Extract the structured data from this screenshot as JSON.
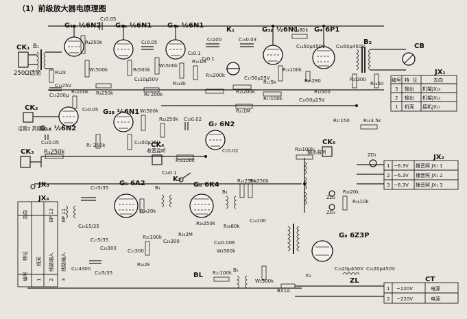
{
  "title": "（1）前级放大器电原理图",
  "tubes": {
    "g1a": "G₁ₐ ½6N2",
    "g1b": "G₁ᵦ ½6N2",
    "g2a": "G₂ₐ ½6N1",
    "g2b": "G₂ᵦ ½6N1",
    "g3a": "G₃ₐ ½6N1",
    "g3b": "G₃ᵦ ½6N1",
    "g4": "G₄ 6P1",
    "g5": "G₅ 6A2",
    "g6": "G₆ 6K4",
    "g7": "G₇ 6N2",
    "g8": "G₈ 6Z3P"
  },
  "connectors": {
    "ck1": "CK₁",
    "ck1_note": "250Ω话筒",
    "ck2": "CK₂",
    "ck2_note": "话筒2 高阻抗",
    "ck3": "CK₃",
    "ck4": "CK₄",
    "ck4_note": "收音监听",
    "ck5": "CK₅",
    "ck5_note": "输出监听",
    "cb": "CB",
    "k1": "K₁",
    "k2": "K₂",
    "k3": "K₃",
    "jx1": "JX₁",
    "jx2": "JX₂",
    "jx3": "JX₃",
    "jx4": "JX₄"
  },
  "components": {
    "b1": "B₁",
    "b2": "B₂",
    "b3": "B₃",
    "b4": "B₄",
    "b5": "B₅",
    "bl": "BL",
    "zl": "ZL",
    "zd1": "ZD₁",
    "zd2": "ZD₂",
    "zd3": "ZD₃",
    "fuse": "BX1A",
    "r_w1": "W₁500k",
    "r_w2": "W₂500k",
    "r_w3": "W₃500k",
    "r_w4": "W₄500k",
    "r_w5": "W₅500k",
    "r1": "R₁1M",
    "r2": "R₂2k",
    "r3": "R₃250k",
    "r4": "R₄250k",
    "r5": "R₅100k",
    "r6": "R₆500k",
    "r7": "R₇ 250k",
    "r8": "R₈ 200k",
    "r9": "R₉250k",
    "r10": "R₁₀1M",
    "r11": "R₁₁200k",
    "r12": "R₁₂200k",
    "r13": "R₁₃3k",
    "r14": "R₁₄80k",
    "r15": "R₁₅5k",
    "r16": "R₁₆100k",
    "r17": "R₁₇100k",
    "r18": "R₁₈100k",
    "r19": "R₁₉500",
    "r20": "R₂₀280",
    "r21": "R₂₁1M",
    "r22": "R₂₂250k",
    "r23": "R₂₃300",
    "r24": "R₂₄50",
    "r25": "R₂₅100k",
    "r26": "R₂₆20k",
    "r27": "R₂₇150",
    "r28": "R₂₈250k",
    "r29": "R₂₉20k",
    "r30": "R₃₀2k",
    "r31": "R₃₁100k",
    "r32": "R₃₂250k",
    "r33": "R₃₃2M",
    "r34": "R₃₄250k",
    "r35": "R₃₅3.5k",
    "r36": "R₃₆80k",
    "r37": "R₃₇100k",
    "r38": "R₃₈10k",
    "c1": "C₁0.05",
    "c2": "C₂0.05",
    "c3": "C₃0.05",
    "c4": "C₄10μ50V",
    "c5": "C₅0.1",
    "c6": "C₆100",
    "c7": "C₇0.02",
    "c8": "C₈0.1",
    "c9": "C₉0.05",
    "c10": "C₁₀0.03",
    "c11": "C₁₁25V",
    "c12": "C₁₂0.05",
    "c13": "C₁₃200μ",
    "c14": "C₁₄50μ450V",
    "c15": "C₁₅0.02",
    "c16": "C₁₆50μ25V",
    "c17": "C₁₇50μ25V",
    "c18": "C₁₈50μ450V",
    "c19": "C₁₉50μ25V",
    "c20": "C₂₀0.006",
    "c21": "C₂₁300",
    "c22": "C₂₂0.1",
    "c23": "C₂₃300",
    "c24": "C₂₄100",
    "c25": "C₂₅5/35",
    "c26": "C₂₆15/35",
    "c27": "C₂₇5/35",
    "c28": "C₂₈300",
    "c29": "C₂₉20μ450V",
    "c30": "C₃₀20μ450V",
    "c31": "C₃₁4300",
    "c32": "C₃₂5/35",
    "v_6_3": "~6.3V",
    "v_220": "~220V"
  },
  "table_jx1": {
    "title": "JX₁",
    "headers": [
      "编号",
      "特",
      "征",
      "去向"
    ],
    "rows": [
      [
        "3",
        "输出",
        "机架JX₂₃"
      ],
      [
        "2",
        "输出",
        "机架JX₂₂"
      ],
      [
        "1",
        "机壳",
        "接机JX₂₁"
      ]
    ]
  },
  "table_jx2": {
    "title": "JX₂",
    "rows": [
      [
        "1",
        "~6.3V",
        "播音照 JX₁ 1"
      ],
      [
        "2",
        "~6.3V",
        "播音照 JX₁ 2"
      ],
      [
        "3",
        "~6.3V",
        "播音照 JX₁ 3"
      ]
    ]
  },
  "table_jx4": {
    "title": "JX₄",
    "col_headers": [
      "编号",
      "特征",
      "去向"
    ],
    "rows": [
      [
        "1",
        "机壳",
        ""
      ],
      [
        "2",
        "线路输入",
        "BP 12"
      ],
      [
        "3",
        "线路输入",
        "BP 11"
      ]
    ]
  },
  "table_ct": {
    "title": "CT",
    "rows": [
      [
        "1",
        "~220V",
        "电源"
      ],
      [
        "2",
        "~220V",
        "电源"
      ]
    ]
  }
}
